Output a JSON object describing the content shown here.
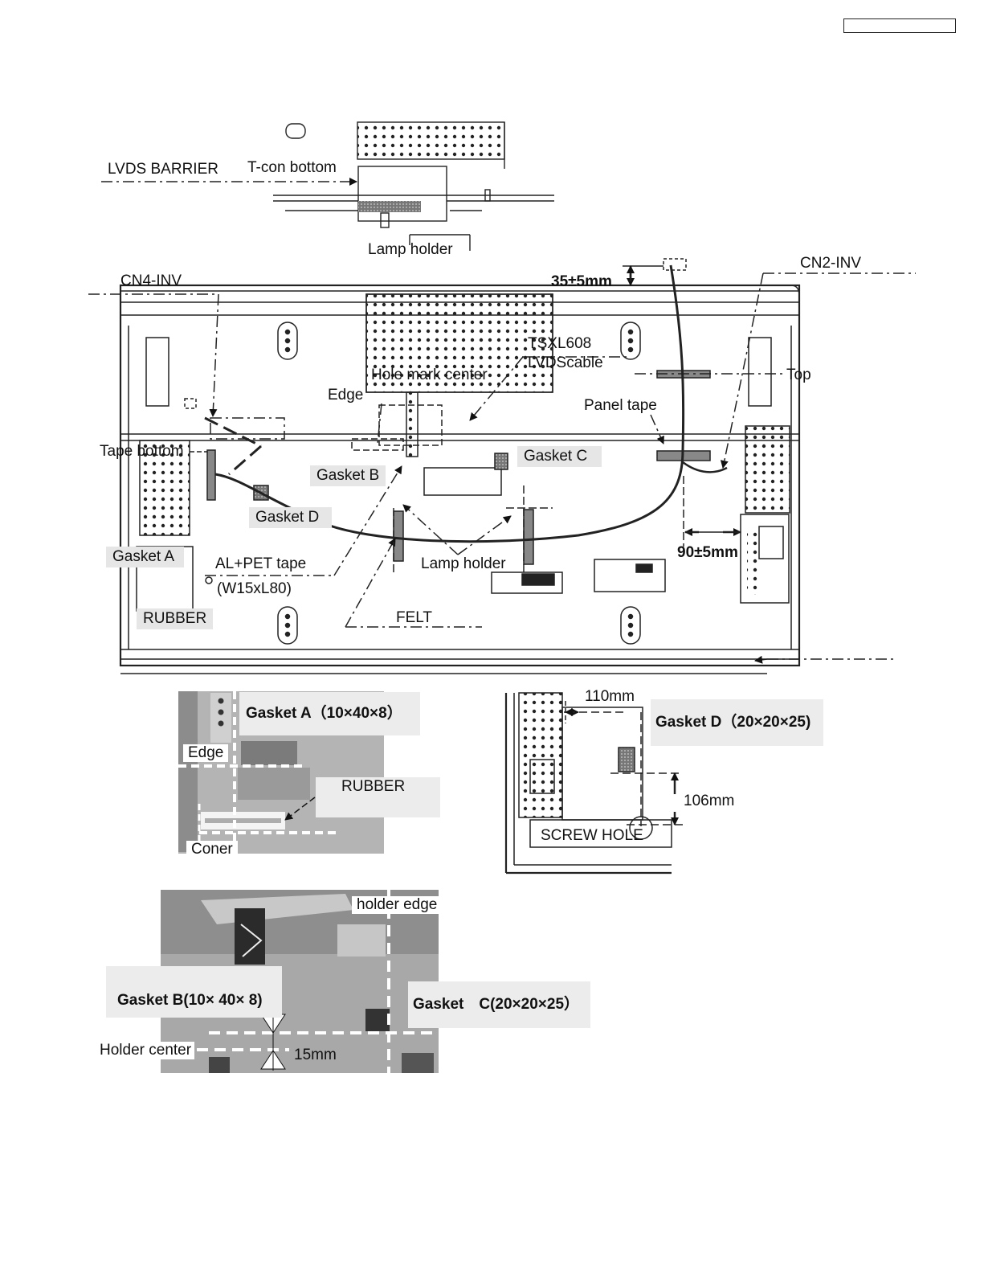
{
  "header": {
    "box_text": ""
  },
  "top_detail": {
    "lvds_barrier": "LVDS BARRIER",
    "tcon_bottom": "T-con bottom",
    "lamp_holder": "Lamp holder"
  },
  "main": {
    "cn4_inv": "CN4-INV",
    "cn2_inv": "CN2-INV",
    "dim_35": "35±5mm",
    "tsxl608": "TSXL608",
    "lvds_cable": "LVDScable",
    "hole_mark_center": "Hole mark center",
    "top": "Top",
    "edge": "Edge",
    "panel_tape": "Panel tape",
    "tape_bottom": "Tape bottom",
    "gasket_c": "Gasket C",
    "gasket_b": "Gasket B",
    "gasket_d": "Gasket D",
    "gasket_a": "Gasket A",
    "al_pet_tape": "AL+PET tape",
    "al_pet_size": "(W15xL80)",
    "lamp_holder": "Lamp holder",
    "dim_90": "90±5mm",
    "rubber": "RUBBER",
    "felt": "FELT"
  },
  "detail_a": {
    "gasket_a_spec": "Gasket A（10×40×8）",
    "edge": "Edge",
    "rubber": "RUBBER",
    "coner": "Coner"
  },
  "detail_d": {
    "dim_110": "110mm",
    "gasket_d_spec": "Gasket D（20×20×25)",
    "dim_106": "106mm",
    "screw_hole": "SCREW HOLE"
  },
  "detail_bc": {
    "holder_edge": "holder edge",
    "gasket_b_spec": "Gasket B(10× 40× 8)",
    "gasket_c_spec": "Gasket　C(20×20×25）",
    "holder_center": "Holder center",
    "dim_15": "15mm"
  }
}
